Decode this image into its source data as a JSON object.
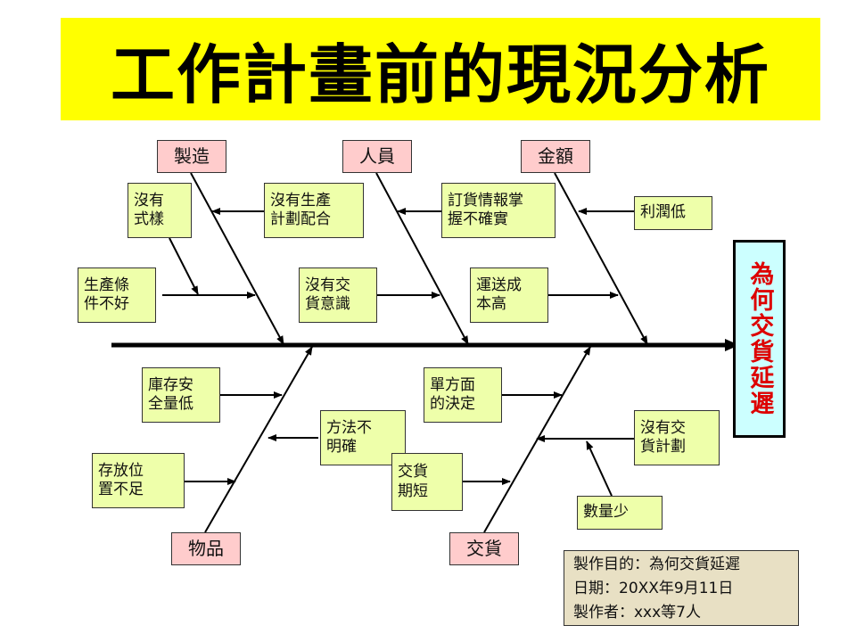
{
  "title": "工作計畫前的現況分析",
  "effect": "為何交貨延遲",
  "categories": {
    "manufacturing": "製造",
    "personnel": "人員",
    "amount": "金額",
    "goods": "物品",
    "delivery": "交貨"
  },
  "causes": {
    "no_style": "沒有\n式樣",
    "no_production_plan": "沒有生產\n計劃配合",
    "poor_production_conditions": "生產條\n件不好",
    "no_delivery_awareness": "沒有交\n貨意識",
    "order_info_unclear": "訂貨情報掌\n握不確實",
    "high_shipping_cost": "運送成\n本高",
    "low_profit": "利潤低",
    "low_safety_stock": "庫存安\n全量低",
    "unclear_method": "方法不\n明確",
    "insufficient_storage": "存放位\n置不足",
    "short_delivery_period": "交貨\n期短",
    "one_sided_decision": "單方面\n的決定",
    "no_delivery_plan": "沒有交\n貨計劃",
    "small_quantity": "數量少"
  },
  "info": {
    "purpose": "製作目的：為何交貨延遲",
    "date": "日期：20XX年9月11日",
    "author": "製作者：xxx等7人"
  },
  "colors": {
    "banner": "#FFFF00",
    "category_fill": "#FFCCCC",
    "cause_fill": "#EEFFAA",
    "effect_fill": "#CCFFFF",
    "effect_text": "#DD0000",
    "info_fill": "#E8E0C4"
  }
}
